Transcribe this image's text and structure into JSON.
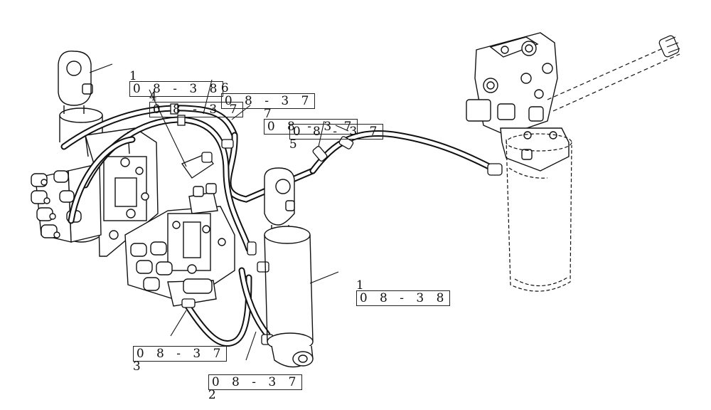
{
  "callouts": [
    {
      "id": "c1",
      "item": "1",
      "ref": "0 8 - 3 8"
    },
    {
      "id": "c2",
      "item": "4",
      "ref": "0 8 - 3 7"
    },
    {
      "id": "c3",
      "item": "6",
      "ref": "0 8 - 3 7"
    },
    {
      "id": "c4",
      "item": "7",
      "ref": "0 8 - 3 7"
    },
    {
      "id": "c5",
      "item": "5",
      "ref": "0 8 - 3 7"
    },
    {
      "id": "c6",
      "item": "1",
      "ref": "0 8 - 3 8"
    },
    {
      "id": "c7",
      "item": "3",
      "ref": "0 8 - 3 7"
    },
    {
      "id": "c8",
      "item": "2",
      "ref": "0 8 - 3 7"
    }
  ]
}
